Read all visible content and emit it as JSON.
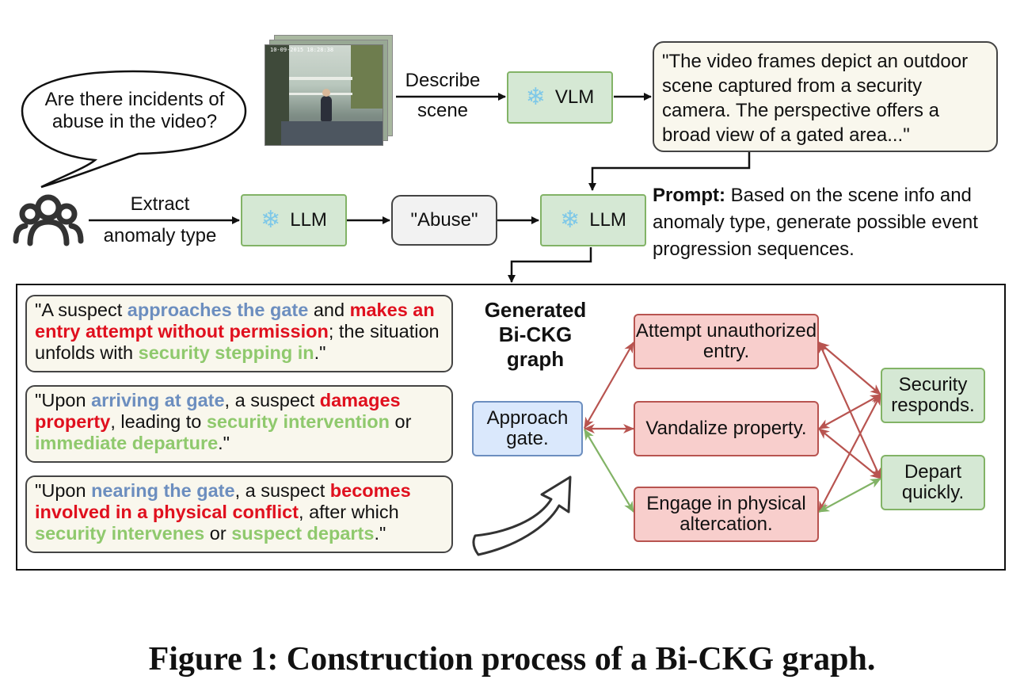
{
  "question_bubble": "Are there incidents of abuse in the video?",
  "video_timestamp": "10-09-2015 18:28:38",
  "describe_label": [
    "Describe",
    "scene"
  ],
  "vlm_label": "VLM",
  "vlm_output": "\"The video frames depict an outdoor scene captured from a security camera. The perspective offers a broad view of a gated area...\"",
  "extract_label": [
    "Extract",
    "anomaly type"
  ],
  "llm1_label": "LLM",
  "abuse_label": "\"Abuse\"",
  "llm2_label": "LLM",
  "prompt_title": "Prompt:",
  "prompt_text": " Based on the scene info and anomaly type, generate possible event progression sequences.",
  "sequences": [
    [
      {
        "t": "\"A suspect ",
        "c": ""
      },
      {
        "t": "approaches the gate",
        "c": "c-blue"
      },
      {
        "t": " and ",
        "c": ""
      },
      {
        "t": "makes an entry attempt without permission",
        "c": "c-red"
      },
      {
        "t": "; the situation unfolds with ",
        "c": ""
      },
      {
        "t": "security stepping in",
        "c": "c-green"
      },
      {
        "t": ".\"",
        "c": ""
      }
    ],
    [
      {
        "t": "\"Upon ",
        "c": ""
      },
      {
        "t": "arriving at gate",
        "c": "c-blue"
      },
      {
        "t": ", a suspect ",
        "c": ""
      },
      {
        "t": "damages property",
        "c": "c-red"
      },
      {
        "t": ", leading to ",
        "c": ""
      },
      {
        "t": "security intervention",
        "c": "c-green"
      },
      {
        "t": " or ",
        "c": ""
      },
      {
        "t": "immediate departure",
        "c": "c-green"
      },
      {
        "t": ".\"",
        "c": ""
      }
    ],
    [
      {
        "t": "\"Upon ",
        "c": ""
      },
      {
        "t": "nearing the gate",
        "c": "c-blue"
      },
      {
        "t": ", a suspect ",
        "c": ""
      },
      {
        "t": "becomes involved in a physical conflict",
        "c": "c-red"
      },
      {
        "t": ", after which ",
        "c": ""
      },
      {
        "t": "security intervenes",
        "c": "c-green"
      },
      {
        "t": " or ",
        "c": ""
      },
      {
        "t": "suspect departs",
        "c": "c-green"
      },
      {
        "t": ".\"",
        "c": ""
      }
    ]
  ],
  "graph_title": [
    "Generated",
    "Bi-CKG",
    "graph"
  ],
  "nodes": {
    "approach": "Approach gate.",
    "attempt": "Attempt unauthorized entry.",
    "vandalize": "Vandalize property.",
    "engage": "Engage in physical altercation.",
    "security": "Security responds.",
    "depart": "Depart quickly."
  },
  "caption": "Figure 1: Construction process of a Bi-CKG graph.",
  "colors": {
    "blue": "#6c8ebf",
    "red": "#e0101e",
    "green": "#8fc96d",
    "arrow_red": "#b85450",
    "arrow_green": "#82b366"
  }
}
